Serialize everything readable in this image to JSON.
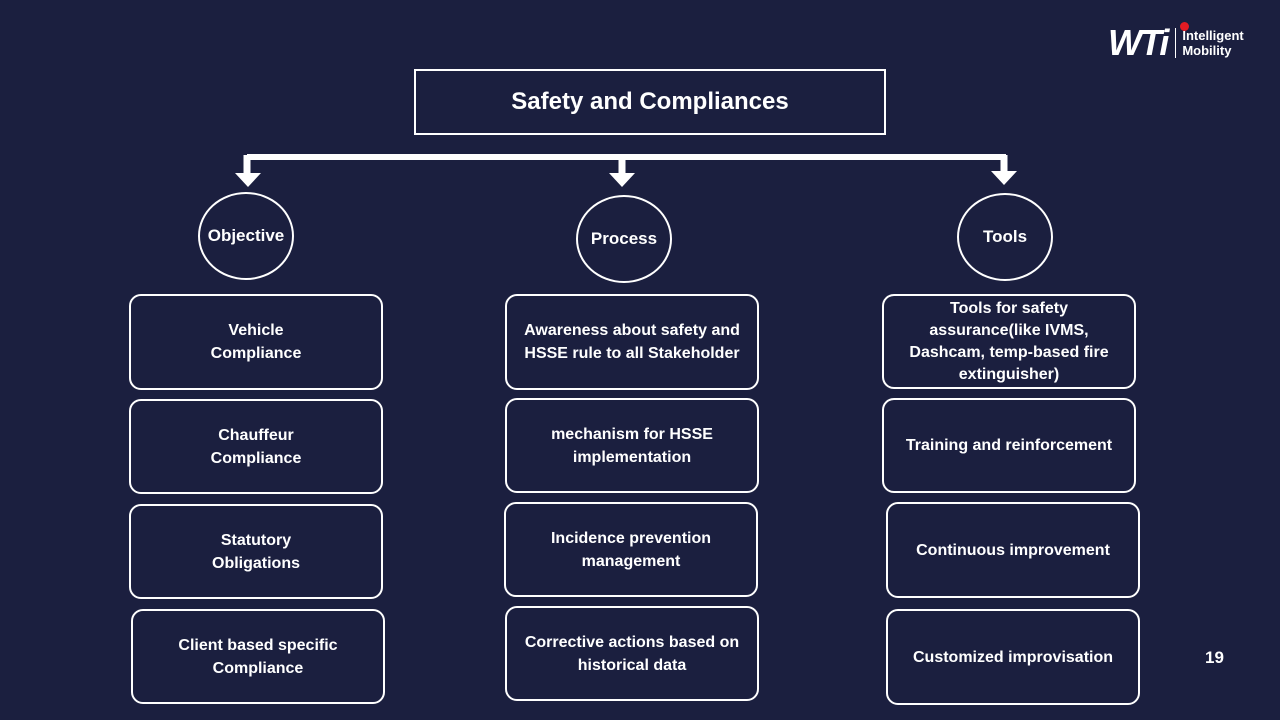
{
  "logo": {
    "brand": "WTi",
    "tagline_1": "Intelligent",
    "tagline_2": "Mobility",
    "accent_color": "#e31b23"
  },
  "title": "Safety and Compliances",
  "columns": [
    {
      "heading": "Objective",
      "items": [
        "Vehicle\nCompliance",
        "Chauffeur\nCompliance",
        "Statutory\nObligations",
        "Client based  specific\nCompliance"
      ]
    },
    {
      "heading": "Process",
      "items": [
        "Awareness about safety and\nHSSE rule to all  Stakeholder",
        "mechanism for HSSE\nimplementation",
        "Incidence prevention\nmanagement",
        "Corrective actions based on\nhistorical data"
      ]
    },
    {
      "heading": "Tools",
      "items": [
        "Tools for safety\nassurance(like IVMS,\nDashcam, temp-based fire\nextinguisher)",
        "Training and  reinforcement",
        "Continuous  improvement",
        "Customized  improvisation"
      ]
    }
  ],
  "page_number": "19"
}
